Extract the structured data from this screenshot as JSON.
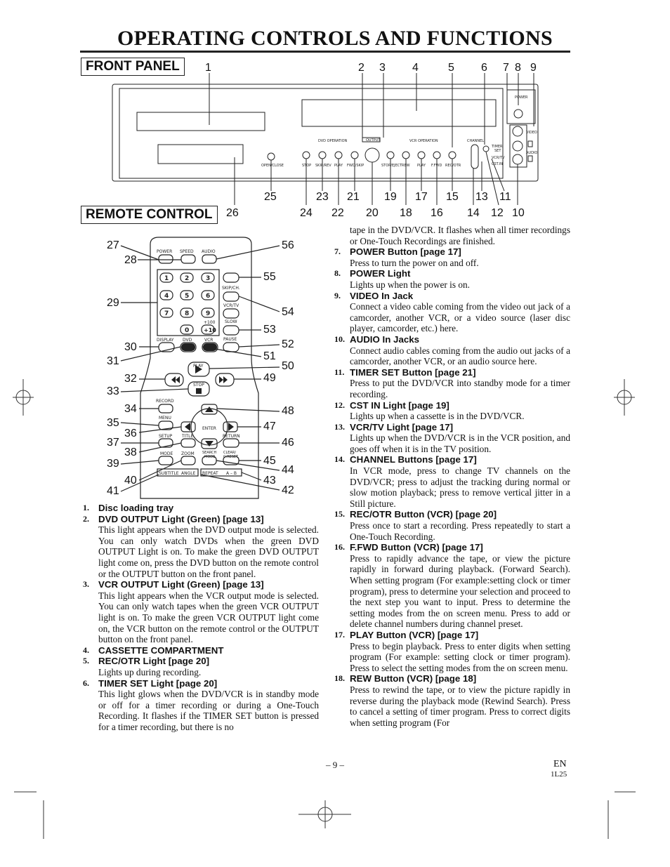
{
  "page": {
    "title": "OPERATING CONTROLS AND FUNCTIONS",
    "page_number": "– 9 –",
    "lang": "EN",
    "code": "1L25"
  },
  "front_panel": {
    "label": "FRONT PANEL",
    "top_numbers": [
      "1",
      "2",
      "3",
      "4",
      "5",
      "6",
      "7",
      "8",
      "9"
    ],
    "bottom_numbers_upper": [
      "25",
      "23",
      "21",
      "19",
      "17",
      "15",
      "13",
      "11"
    ],
    "bottom_numbers_lower": [
      "26",
      "24",
      "22",
      "20",
      "18",
      "16",
      "14",
      "12",
      "10"
    ],
    "device_labels": {
      "dvd_operation": "DVD OPERATION",
      "output": "OUTPUT",
      "vcr_operation": "VCR OPERATION",
      "channel": "CHANNEL",
      "power": "POWER",
      "timer_set": "TIMER SET",
      "vcr_tv": "VCR/TV",
      "cst_in": "CST.IN",
      "video": "VIDEO",
      "audio": "AUDIO",
      "open_close": "OPEN/CLOSE",
      "stop": "STOP",
      "skip_rev": "SKIP/REV",
      "play": "PLAY",
      "fwd_skip": "FWD/SKIP",
      "stop_eject": "STOP/EJECT",
      "rew": "REW",
      "play2": "PLAY",
      "ffwd": "F.FWD",
      "rec_otr": "REC/OTR"
    }
  },
  "remote_control": {
    "label": "REMOTE CONTROL",
    "left_numbers": [
      "27",
      "28",
      "29",
      "30",
      "31",
      "32",
      "33",
      "34",
      "35",
      "36",
      "37",
      "38",
      "39",
      "40",
      "41"
    ],
    "right_numbers": [
      "56",
      "55",
      "54",
      "53",
      "52",
      "51",
      "50",
      "49",
      "48",
      "47",
      "46",
      "45",
      "44",
      "43",
      "42"
    ],
    "labels": {
      "power": "POWER",
      "speed": "SPEED",
      "audio": "AUDIO",
      "skip_ch": "SKIP/CH.",
      "vcr_tv": "VCR/TV",
      "slow": "SLOW",
      "pause": "PAUSE",
      "plus100": "+100",
      "plus10": "+10",
      "display": "DISPLAY",
      "dvd": "DVD",
      "vcr": "VCR",
      "play": "PLAY",
      "stop": "STOP",
      "record": "RECORD",
      "menu": "MENU",
      "setup": "SETUP",
      "title": "TITLE",
      "enter": "ENTER",
      "return": "RETURN",
      "mode": "MODE",
      "zoom": "ZOOM",
      "search_mode": "SEARCH MODE",
      "clear_creset": "CLEAR/ C.RESET",
      "subtitle": "SUBTITLE",
      "angle": "ANGLE",
      "repeat": "REPEAT",
      "ab": "A – B",
      "digits": [
        "1",
        "2",
        "3",
        "4",
        "5",
        "6",
        "7",
        "8",
        "9",
        "0"
      ]
    }
  },
  "items_left": [
    {
      "n": "1.",
      "h": "Disc loading tray",
      "b": ""
    },
    {
      "n": "2.",
      "h": "DVD  OUTPUT Light (Green) [page 13]",
      "b": "This light appears when the DVD output mode is selected. You can only watch DVDs when the green DVD OUTPUT Light is on. To make the green DVD OUTPUT light come on, press the DVD button on the remote control or the OUTPUT button on the front panel."
    },
    {
      "n": "3.",
      "h": "VCR OUTPUT Light (Green) [page 13]",
      "b": "This light appears when the VCR output mode is selected. You can only watch tapes when the green VCR OUTPUT light is on. To make the green VCR OUTPUT light come on, the VCR button on the remote control or the OUTPUT button on the front panel."
    },
    {
      "n": "4.",
      "h": "CASSETTE COMPARTMENT",
      "b": ""
    },
    {
      "n": "5.",
      "h": "REC/OTR Light [page 20]",
      "b": "Lights up during recording."
    },
    {
      "n": "6.",
      "h": "TIMER SET Light [page 20]",
      "b": "This light glows when the DVD/VCR is in standby mode or off for a timer recording or during a One-Touch Recording. It flashes if the TIMER SET button is pressed for a timer recording, but there is no"
    }
  ],
  "right_continuation": "tape in the DVD/VCR. It flashes when all timer recordings or One-Touch Recordings are finished.",
  "items_right": [
    {
      "n": "7.",
      "h": "POWER Button [page 17]",
      "b": "Press to turn the power on and off."
    },
    {
      "n": "8.",
      "h": "POWER Light",
      "b": "Lights up when the power is on."
    },
    {
      "n": "9.",
      "h": "VIDEO In Jack",
      "b": "Connect a video cable coming from the video out jack of a camcorder, another VCR, or a video source (laser disc player, camcorder, etc.) here."
    },
    {
      "n": "10.",
      "h": "AUDIO In Jacks",
      "b": "Connect audio cables coming from the audio out jacks of a camcorder, another VCR, or an audio source here."
    },
    {
      "n": "11.",
      "h": "TIMER SET Button [page 21]",
      "b": "Press to put the DVD/VCR into standby mode for a timer recording."
    },
    {
      "n": "12.",
      "h": "CST IN Light [page 19]",
      "b": "Lights up when a cassette is in the DVD/VCR."
    },
    {
      "n": "13.",
      "h": "VCR/TV Light [page 17]",
      "b": "Lights up when the DVD/VCR is in the VCR position, and goes off when it is in the TV position."
    },
    {
      "n": "14.",
      "h": "CHANNEL Buttons [page 17]",
      "b": "In VCR mode, press to change TV channels on the DVD/VCR; press to adjust the tracking during normal or slow motion playback; press to remove vertical jitter in a Still picture."
    },
    {
      "n": "15.",
      "h": "REC/OTR Button (VCR) [page 20]",
      "b": "Press once to start a recording. Press repeatedly to start a One-Touch Recording."
    },
    {
      "n": "16.",
      "h": "F.FWD Button (VCR) [page 17]",
      "b": "Press to rapidly advance the tape, or view the picture rapidly in forward during playback. (Forward Search). When setting program (For example:setting clock or timer program), press to determine your selection and proceed to the next step you want to input. Press to determine the setting modes from the on screen menu. Press to add or delete channel numbers during channel preset."
    },
    {
      "n": "17.",
      "h": "PLAY Button (VCR) [page 17]",
      "b": "Press to begin playback. Press to enter digits when setting program (For example: setting clock or timer program). Press to select the setting modes from the on screen menu."
    },
    {
      "n": "18.",
      "h": "REW Button (VCR) [page 18]",
      "b": "Press to rewind the tape, or to view the picture rapidly in reverse during the playback mode (Rewind Search). Press to cancel a setting of timer program. Press to correct digits when setting program (For"
    }
  ]
}
